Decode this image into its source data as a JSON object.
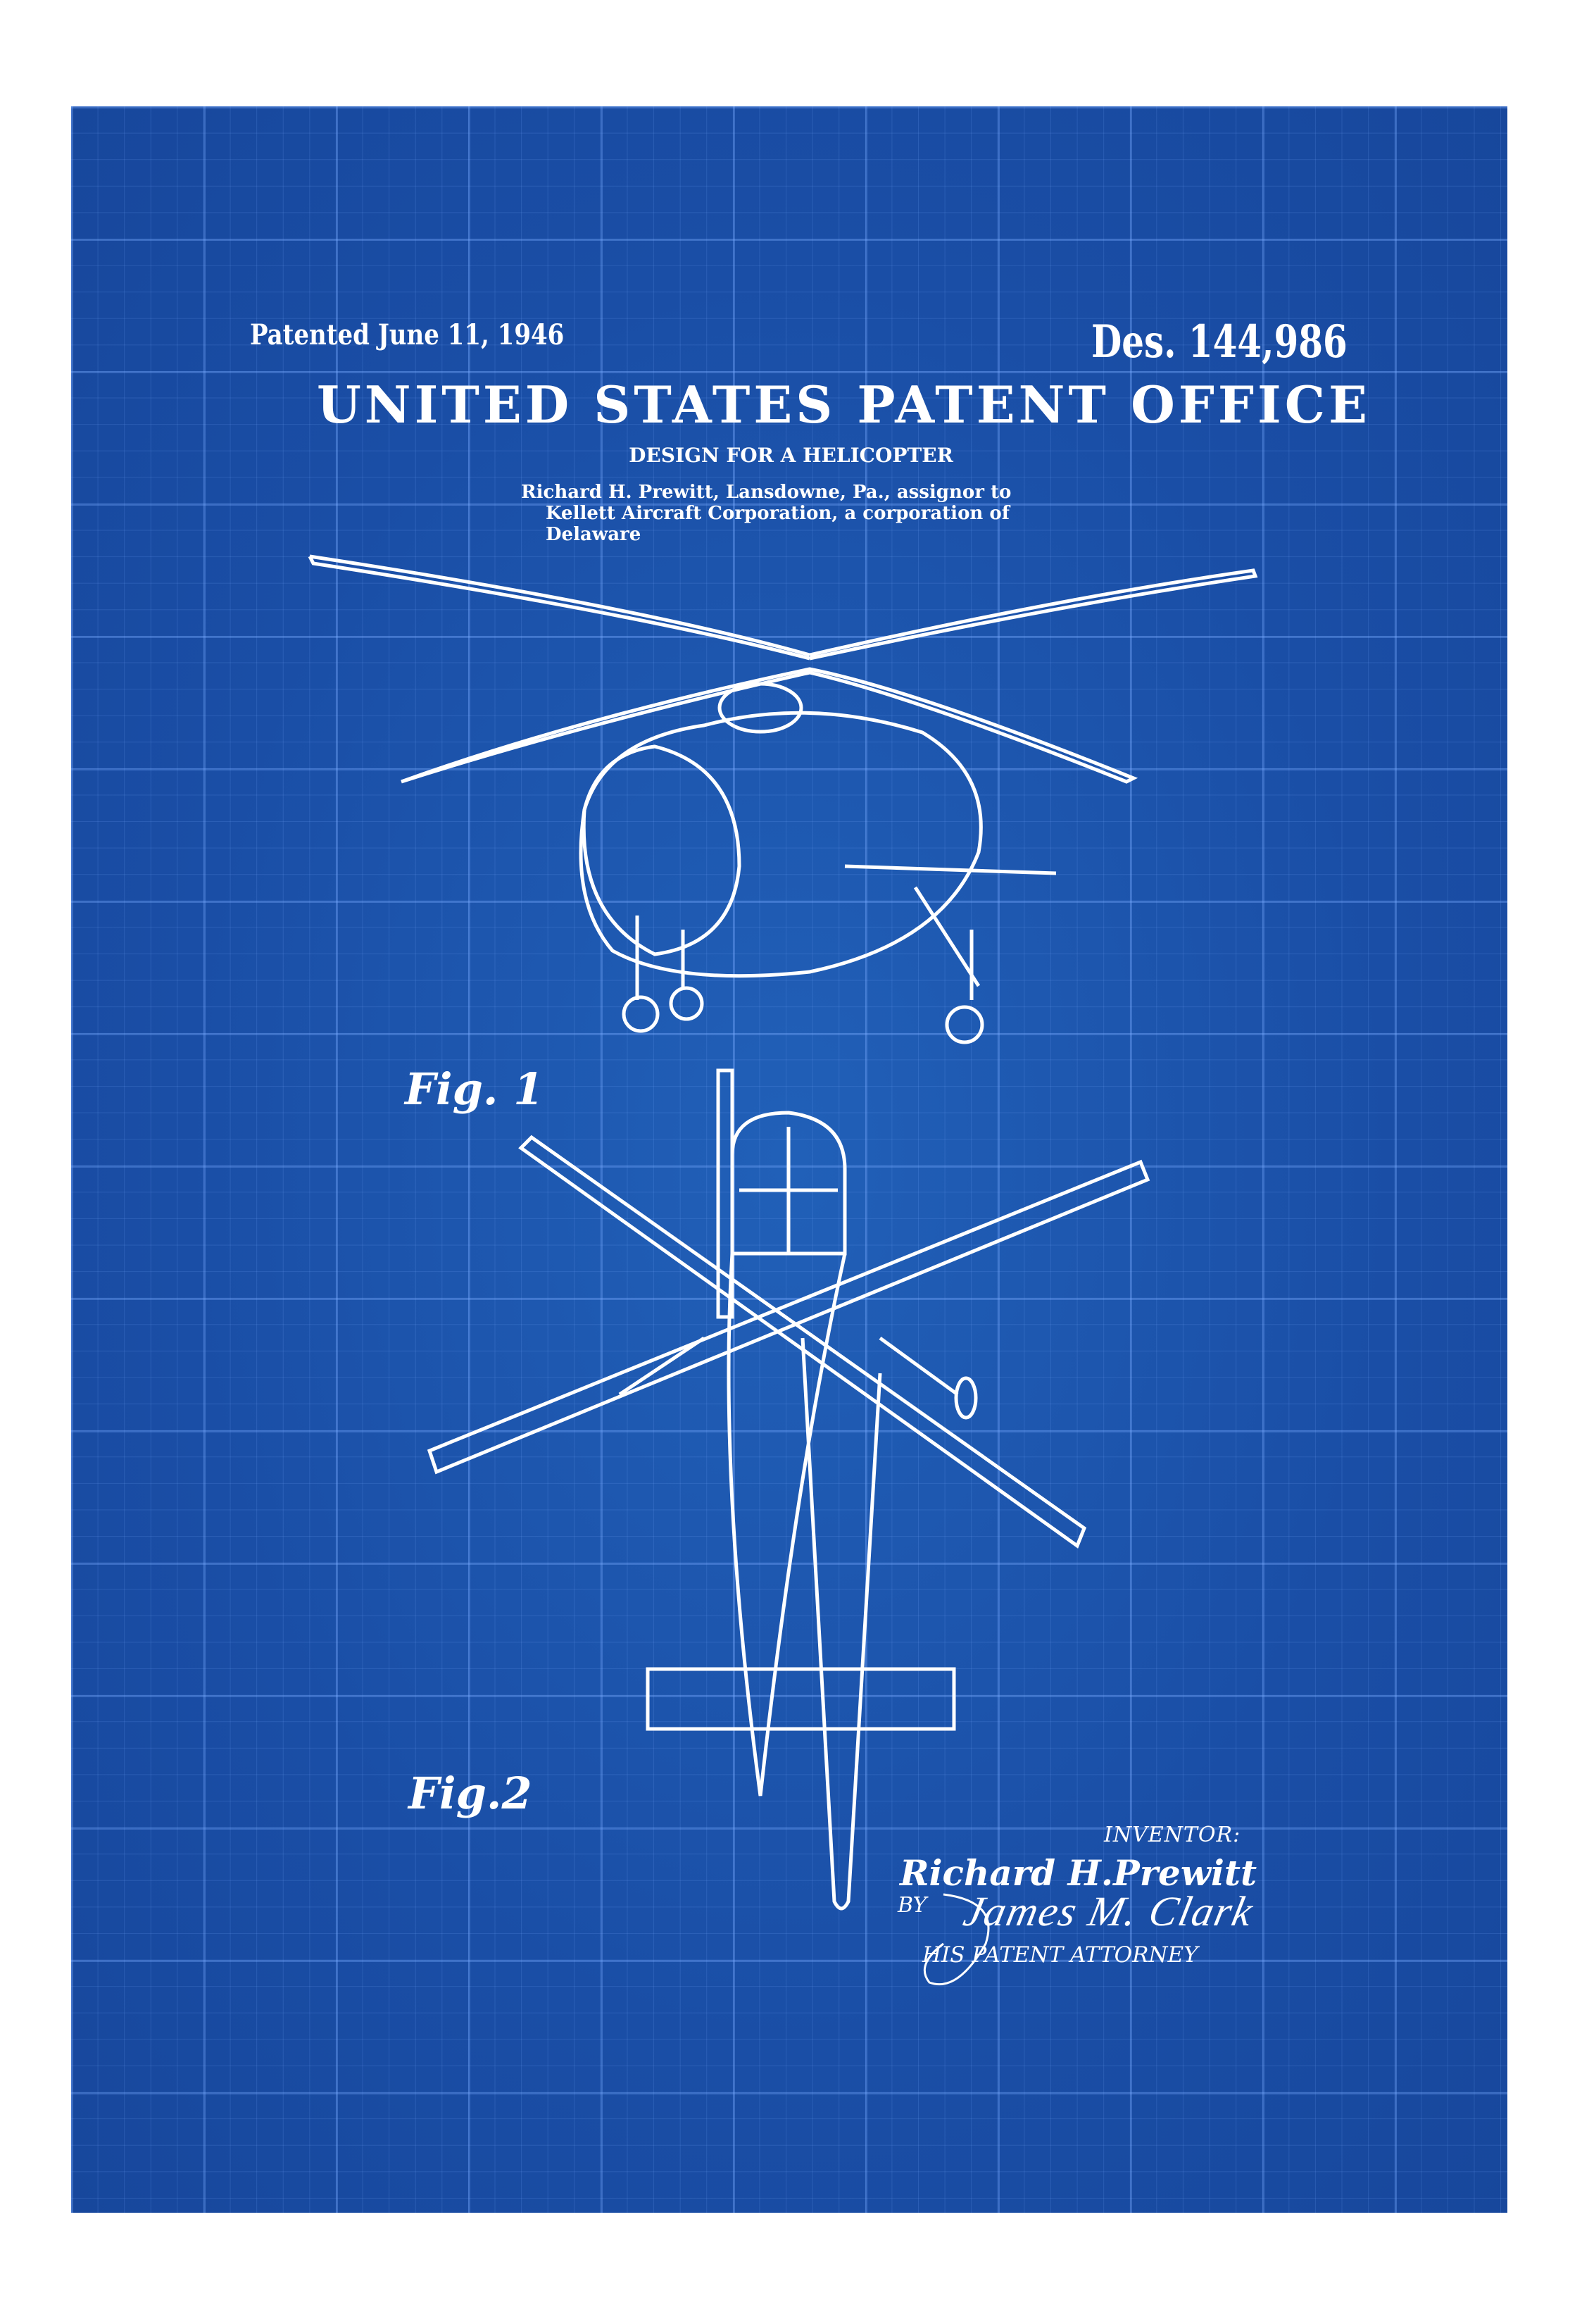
{
  "header": {
    "patented": "Patented June 11, 1946",
    "number": "Des. 144,986",
    "office": "UNITED STATES PATENT OFFICE",
    "design_title": "DESIGN FOR A HELICOPTER",
    "assignor_lines": [
      "Richard H. Prewitt, Lansdowne, Pa., assignor to",
      "Kellett Aircraft Corporation, a corporation of",
      "Delaware"
    ]
  },
  "figures": {
    "fig1": "Fig. 1",
    "fig2": "Fig.2"
  },
  "signature": {
    "inventor_label": "INVENTOR:",
    "inventor_name": "Richard H.Prewitt",
    "by_label": "BY",
    "attorney_signature": "James M. Clark",
    "attorney_label": "HIS PATENT ATTORNEY"
  },
  "colors": {
    "background": "#1a4ea6",
    "ink": "#ffffff"
  }
}
